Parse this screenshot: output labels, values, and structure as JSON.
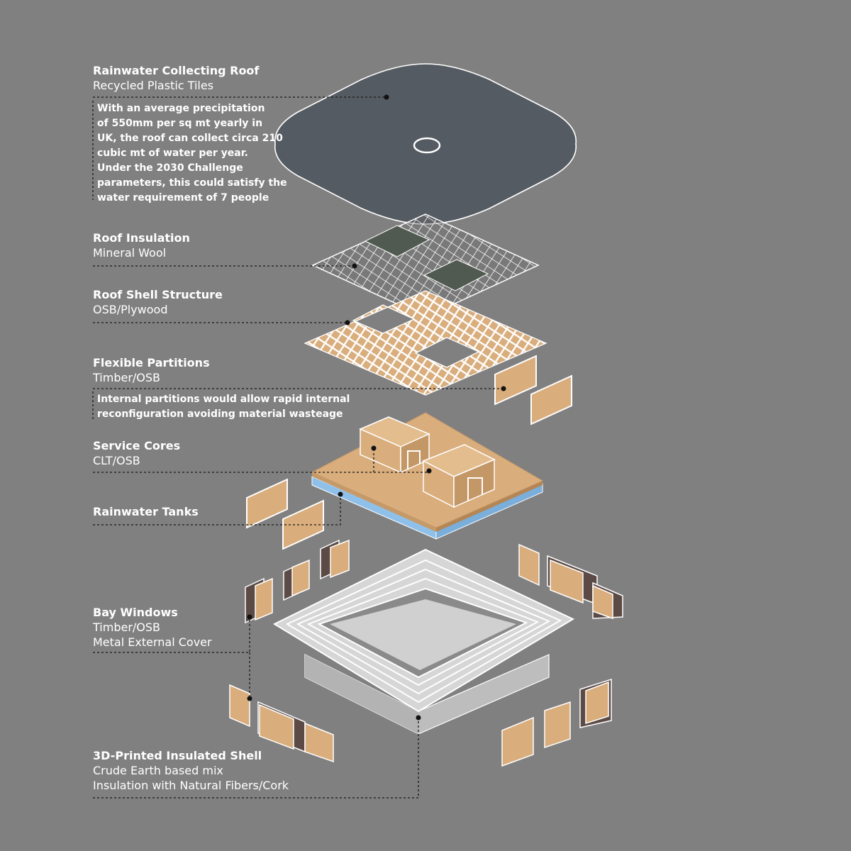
{
  "layers": [
    {
      "id": "roof",
      "title": "Rainwater Collecting Roof",
      "lines": [
        "Recycled Plastic Tiles"
      ],
      "note": [
        "With an average precipitation",
        "of 550mm per sq mt yearly in",
        "UK, the roof can collect circa 210",
        "cubic mt of water per year.",
        "Under the 2030 Challenge",
        "parameters, this could satisfy the",
        "water requirement of 7 people"
      ]
    },
    {
      "id": "insulation",
      "title": "Roof Insulation",
      "lines": [
        "Mineral Wool"
      ]
    },
    {
      "id": "shell-structure",
      "title": "Roof Shell Structure",
      "lines": [
        "OSB/Plywood"
      ]
    },
    {
      "id": "partitions",
      "title": "Flexible Partitions",
      "lines": [
        "Timber/OSB"
      ],
      "note": [
        "Internal partitions would allow rapid internal",
        "reconfiguration avoiding material wasteage"
      ]
    },
    {
      "id": "cores",
      "title": "Service Cores",
      "lines": [
        "CLT/OSB"
      ]
    },
    {
      "id": "tanks",
      "title": "Rainwater Tanks",
      "lines": []
    },
    {
      "id": "bay-windows",
      "title": "Bay Windows",
      "lines": [
        "Timber/OSB",
        "Metal External Cover"
      ]
    },
    {
      "id": "printed-shell",
      "title": "3D-Printed Insulated Shell",
      "lines": [
        "Crude Earth based mix",
        "Insulation with Natural Fibers/Cork"
      ]
    }
  ],
  "colors": {
    "background": "#808080",
    "roof": "#555b62",
    "timber": "#d9ad7c",
    "timber_dark": "#b48655",
    "metal_cover": "#5b4a45",
    "tank": "#8fc0ea",
    "shell": "#d2d2d2",
    "leader": "#1a1a1a"
  }
}
